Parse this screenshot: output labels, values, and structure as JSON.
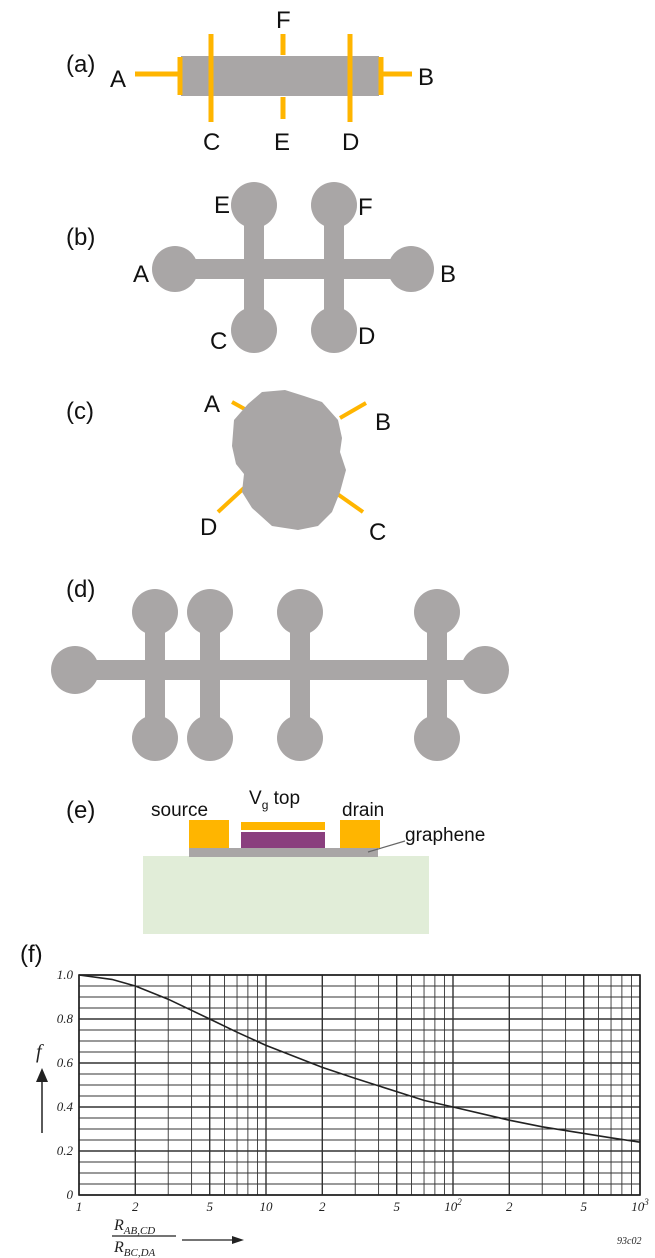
{
  "panels": {
    "a": {
      "label": "(a)",
      "terminals": {
        "A": "A",
        "B": "B",
        "C": "C",
        "D": "D",
        "E": "E",
        "F": "F"
      }
    },
    "b": {
      "label": "(b)",
      "terminals": {
        "A": "A",
        "B": "B",
        "C": "C",
        "D": "D",
        "E": "E",
        "F": "F"
      }
    },
    "c": {
      "label": "(c)",
      "terminals": {
        "A": "A",
        "B": "B",
        "C": "C",
        "D": "D"
      }
    },
    "d": {
      "label": "(d)"
    },
    "e": {
      "label": "(e)",
      "source": "source",
      "gate_main": "V",
      "gate_sub": "g",
      "gate_rest": " top",
      "drain": "drain",
      "graphene": "graphene"
    },
    "f": {
      "label": "(f)",
      "ylabel": "f",
      "xlabel_num": "R",
      "xlabel_num_sub": "AB,CD",
      "xlabel_den": "R",
      "xlabel_den_sub": "BC,DA",
      "code": "93c02"
    }
  },
  "colors": {
    "sample": "#a9a6a6",
    "contact": "#ffb500",
    "dielectric": "#8a3f7e",
    "substrate": "#e1edd8",
    "grid": "#333333"
  },
  "chart_data": {
    "type": "line",
    "xscale": "log",
    "xlim": [
      1,
      1000
    ],
    "ylim": [
      0,
      1.0
    ],
    "grid": true,
    "yticks": [
      "0",
      "0.2",
      "0.4",
      "0.6",
      "0.8",
      "1.0"
    ],
    "xticks": [
      "1",
      "2",
      "5",
      "10",
      "2",
      "5",
      "10^2",
      "2",
      "5",
      "10^3"
    ],
    "series": [
      {
        "x": [
          1,
          1.5,
          2,
          3,
          5,
          7,
          10,
          20,
          30,
          50,
          70,
          100,
          200,
          300,
          500,
          700,
          1000
        ],
        "y": [
          1.0,
          0.98,
          0.95,
          0.89,
          0.8,
          0.74,
          0.68,
          0.58,
          0.53,
          0.47,
          0.43,
          0.4,
          0.34,
          0.31,
          0.28,
          0.26,
          0.24
        ]
      }
    ]
  }
}
